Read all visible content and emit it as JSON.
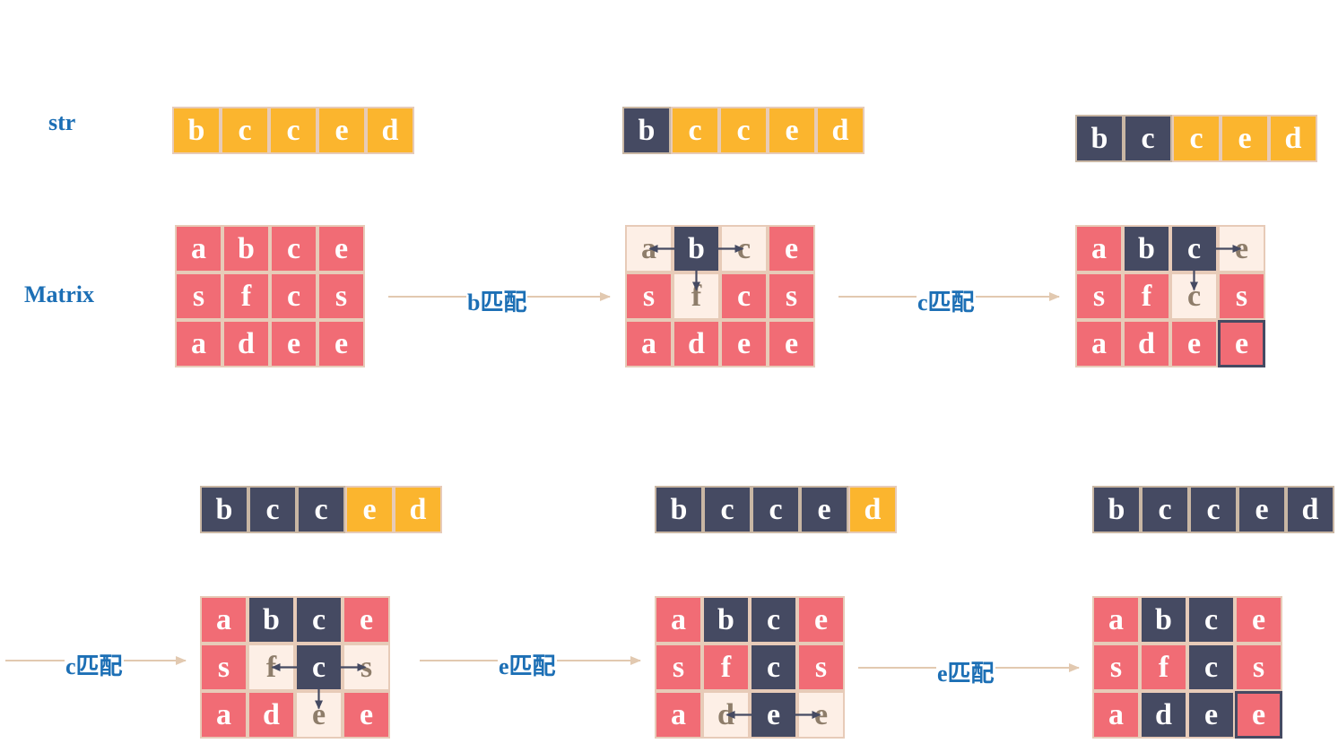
{
  "labels": {
    "str": "str",
    "matrix": "Matrix"
  },
  "steps": [
    {
      "text": "b匹配"
    },
    {
      "text": "c匹配"
    },
    {
      "text": "c匹配"
    },
    {
      "text": "e匹配"
    },
    {
      "text": "e匹配"
    }
  ],
  "panels": [
    {
      "str": [
        [
          "b",
          "y"
        ],
        [
          "c",
          "y"
        ],
        [
          "c",
          "y"
        ],
        [
          "e",
          "y"
        ],
        [
          "d",
          "y"
        ]
      ],
      "matrix": [
        [
          [
            "a",
            "r"
          ],
          [
            "b",
            "r"
          ],
          [
            "c",
            "r"
          ],
          [
            "e",
            "r"
          ]
        ],
        [
          [
            "s",
            "r"
          ],
          [
            "f",
            "r"
          ],
          [
            "c",
            "r"
          ],
          [
            "s",
            "r"
          ]
        ],
        [
          [
            "a",
            "r"
          ],
          [
            "d",
            "r"
          ],
          [
            "e",
            "r"
          ],
          [
            "e",
            "r"
          ]
        ]
      ]
    },
    {
      "str": [
        [
          "b",
          "d"
        ],
        [
          "c",
          "y"
        ],
        [
          "c",
          "y"
        ],
        [
          "e",
          "y"
        ],
        [
          "d",
          "y"
        ]
      ],
      "matrix": [
        [
          [
            "a",
            "p"
          ],
          [
            "b",
            "d"
          ],
          [
            "c",
            "p"
          ],
          [
            "e",
            "r"
          ]
        ],
        [
          [
            "s",
            "r"
          ],
          [
            "f",
            "p"
          ],
          [
            "c",
            "r"
          ],
          [
            "s",
            "r"
          ]
        ],
        [
          [
            "a",
            "r"
          ],
          [
            "d",
            "r"
          ],
          [
            "e",
            "r"
          ],
          [
            "e",
            "r"
          ]
        ]
      ]
    },
    {
      "str": [
        [
          "b",
          "d"
        ],
        [
          "c",
          "d"
        ],
        [
          "c",
          "y"
        ],
        [
          "e",
          "y"
        ],
        [
          "d",
          "y"
        ]
      ],
      "matrix": [
        [
          [
            "a",
            "r"
          ],
          [
            "b",
            "d"
          ],
          [
            "c",
            "d"
          ],
          [
            "e",
            "p"
          ]
        ],
        [
          [
            "s",
            "r"
          ],
          [
            "f",
            "r"
          ],
          [
            "c",
            "p"
          ],
          [
            "s",
            "r"
          ]
        ],
        [
          [
            "a",
            "r"
          ],
          [
            "d",
            "r"
          ],
          [
            "e",
            "r"
          ],
          [
            "e",
            "c"
          ]
        ]
      ]
    },
    {
      "str": [
        [
          "b",
          "d"
        ],
        [
          "c",
          "d"
        ],
        [
          "c",
          "d"
        ],
        [
          "e",
          "y"
        ],
        [
          "d",
          "y"
        ]
      ],
      "matrix": [
        [
          [
            "a",
            "r"
          ],
          [
            "b",
            "d"
          ],
          [
            "c",
            "d"
          ],
          [
            "e",
            "r"
          ]
        ],
        [
          [
            "s",
            "r"
          ],
          [
            "f",
            "p"
          ],
          [
            "c",
            "d"
          ],
          [
            "s",
            "p"
          ]
        ],
        [
          [
            "a",
            "r"
          ],
          [
            "d",
            "r"
          ],
          [
            "e",
            "p"
          ],
          [
            "e",
            "r"
          ]
        ]
      ]
    },
    {
      "str": [
        [
          "b",
          "d"
        ],
        [
          "c",
          "d"
        ],
        [
          "c",
          "d"
        ],
        [
          "e",
          "d"
        ],
        [
          "d",
          "y"
        ]
      ],
      "matrix": [
        [
          [
            "a",
            "r"
          ],
          [
            "b",
            "d"
          ],
          [
            "c",
            "d"
          ],
          [
            "e",
            "r"
          ]
        ],
        [
          [
            "s",
            "r"
          ],
          [
            "f",
            "r"
          ],
          [
            "c",
            "d"
          ],
          [
            "s",
            "r"
          ]
        ],
        [
          [
            "a",
            "r"
          ],
          [
            "d",
            "p"
          ],
          [
            "e",
            "d"
          ],
          [
            "e",
            "p"
          ]
        ]
      ]
    },
    {
      "str": [
        [
          "b",
          "d"
        ],
        [
          "c",
          "d"
        ],
        [
          "c",
          "d"
        ],
        [
          "e",
          "d"
        ],
        [
          "d",
          "d"
        ]
      ],
      "matrix": [
        [
          [
            "a",
            "r"
          ],
          [
            "b",
            "d"
          ],
          [
            "c",
            "d"
          ],
          [
            "e",
            "r"
          ]
        ],
        [
          [
            "s",
            "r"
          ],
          [
            "f",
            "r"
          ],
          [
            "c",
            "d"
          ],
          [
            "s",
            "r"
          ]
        ],
        [
          [
            "a",
            "r"
          ],
          [
            "d",
            "d"
          ],
          [
            "e",
            "d"
          ],
          [
            "e",
            "c"
          ]
        ]
      ]
    }
  ],
  "colors": {
    "str_pending": "#fbb52e",
    "matched": "#454a62",
    "matrix_cell": "#f16c75",
    "candidate": "#fdefe6",
    "step_arrow": "#e2c9b0",
    "label_text": "#1c6fb5"
  }
}
